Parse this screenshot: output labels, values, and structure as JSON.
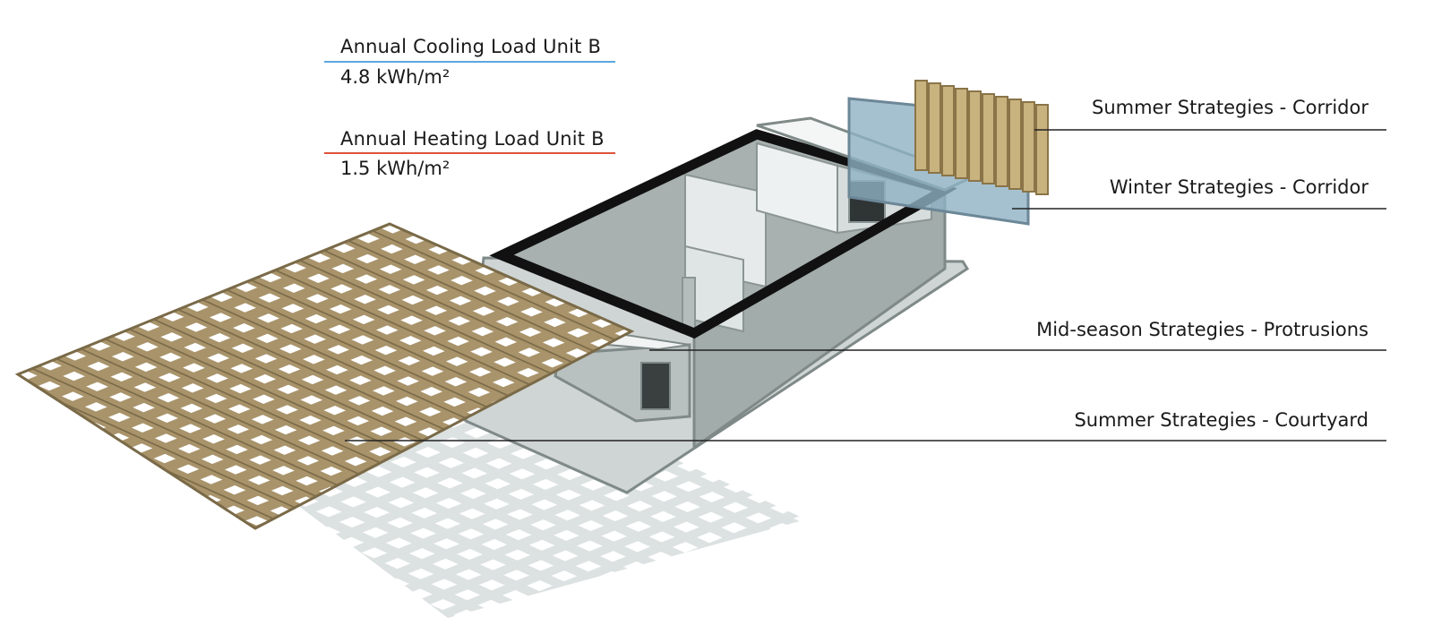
{
  "loads": {
    "cooling": {
      "title": "Annual Cooling Load Unit B",
      "value": "4.8 kWh/m²",
      "color": "#5aa7dd"
    },
    "heating": {
      "title": "Annual Heating Load Unit B",
      "value": "1.5 kWh/m²",
      "color": "#e0533a"
    }
  },
  "callouts": [
    {
      "label": "Summer Strategies - Corridor"
    },
    {
      "label": "Winter Strategies - Corridor"
    },
    {
      "label": "Mid-season Strategies - Protrusions"
    },
    {
      "label": "Summer Strategies - Courtyard"
    }
  ],
  "colors": {
    "lattice": "#a8936a",
    "lattice_dark": "#7a6a48",
    "wall": "#9ea8a6",
    "wall_light": "#e6eaea",
    "glass": "#8fb2c4",
    "frame": "#111111",
    "leader": "#222222"
  }
}
